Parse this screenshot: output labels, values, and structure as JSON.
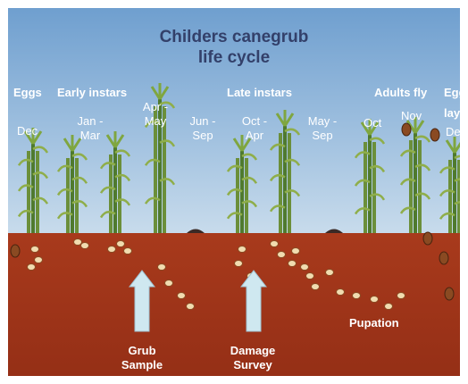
{
  "title_line1": "Childers canegrub",
  "title_line2": "life cycle",
  "stages": {
    "eggs": "Eggs",
    "early_instars": "Early instars",
    "late_instars": "Late instars",
    "adults_fly": "Adults fly",
    "eggs_lay_a": "Egg",
    "eggs_lay_b": "lay"
  },
  "months": {
    "dec": "Dec",
    "jan_mar_1": "Jan -",
    "jan_mar_2": "Mar",
    "apr_may_1": "Apr -",
    "apr_may_2": "May",
    "jun_sep_1": "Jun -",
    "jun_sep_2": "Sep",
    "oct_apr_1": "Oct -",
    "oct_apr_2": "Apr",
    "may_sep_1": "May -",
    "may_sep_2": "Sep",
    "oct": "Oct",
    "nov": "Nov",
    "dec_end": "Dec"
  },
  "annotations": {
    "grub_sample_1": "Grub",
    "grub_sample_2": "Sample",
    "damage_survey_1": "Damage",
    "damage_survey_2": "Survey",
    "pupation": "Pupation"
  },
  "colors": {
    "sky": "#a8c6e2",
    "soil": "#a83a1c",
    "arrow": "#cfe8f0",
    "title": "#33406a"
  }
}
